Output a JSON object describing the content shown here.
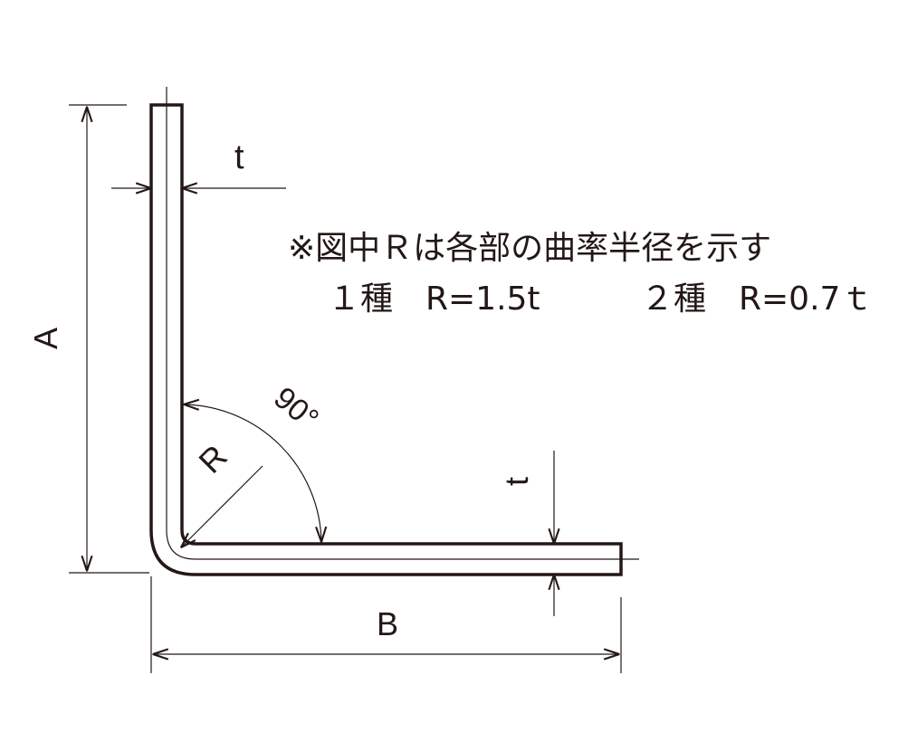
{
  "labels": {
    "thickness_vertical": "t",
    "thickness_horizontal": "t",
    "dimension_a": "A",
    "dimension_b": "B",
    "radius": "R",
    "angle": "90°"
  },
  "note": {
    "line1": "※図中Ｒは各部の曲率半径を示す",
    "type1": "１種　R=1.5t",
    "type2": "２種　R=0.7ｔ"
  },
  "colors": {
    "line": "#231815"
  }
}
